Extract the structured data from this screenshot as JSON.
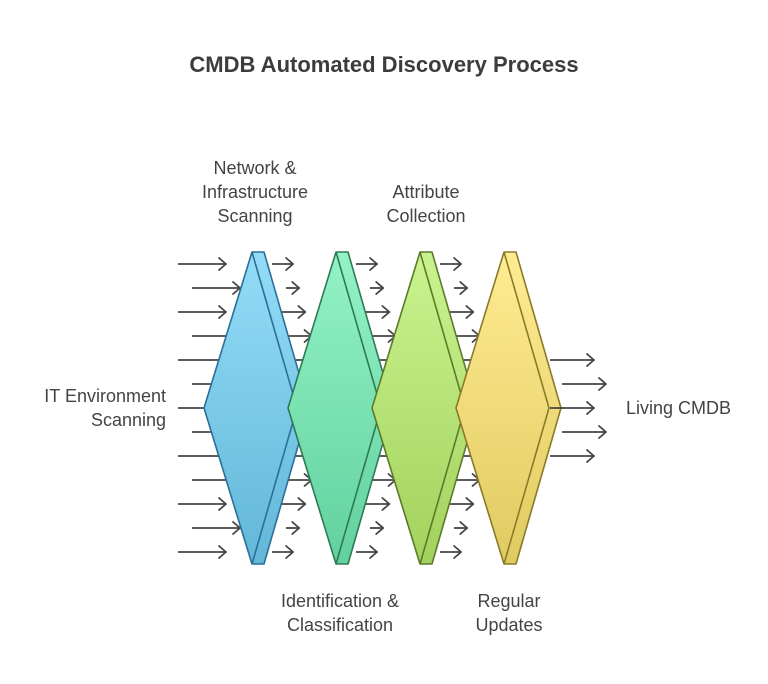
{
  "title": "CMDB Automated Discovery Process",
  "input_label": [
    "IT Environment",
    "Scanning"
  ],
  "output_label": "Living CMDB",
  "stages": [
    {
      "label_lines": [
        "Network &",
        "Infrastructure",
        "Scanning"
      ],
      "fill": "#6fd0f6",
      "edge": "#2b6f96"
    },
    {
      "label_lines": [
        "Identification &",
        "Classification"
      ],
      "fill": "#6fedb4",
      "edge": "#2e7a55"
    },
    {
      "label_lines": [
        "Attribute",
        "Collection"
      ],
      "fill": "#b8ef6a",
      "edge": "#5c7a2a"
    },
    {
      "label_lines": [
        "Regular",
        "Updates"
      ],
      "fill": "#ffe66e",
      "edge": "#8a7a2a"
    }
  ],
  "colors": {
    "arrow": "#444444",
    "text": "#444444"
  }
}
